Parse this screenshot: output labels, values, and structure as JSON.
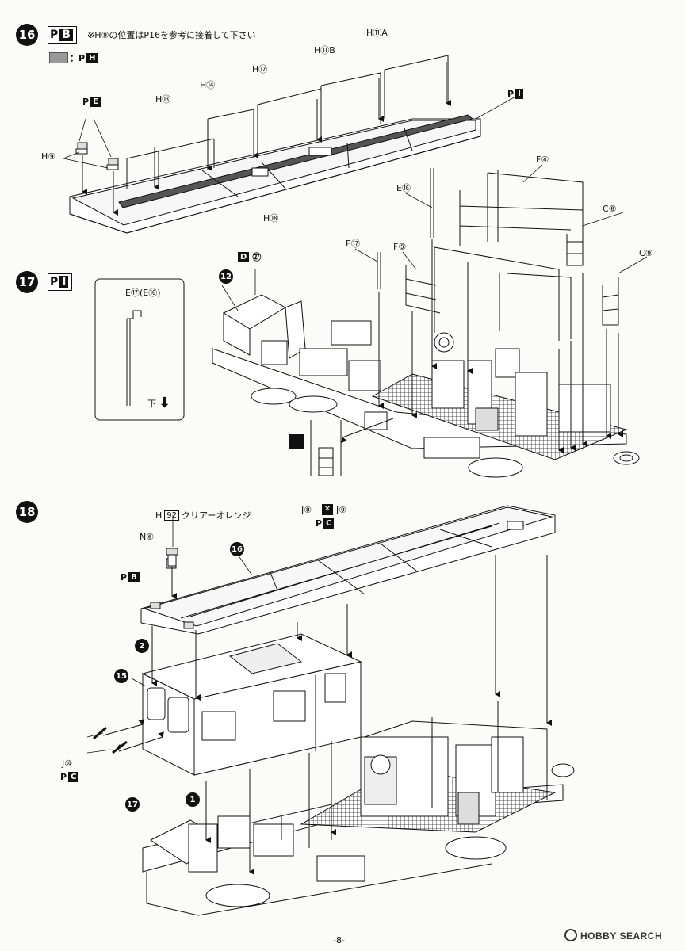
{
  "step16": {
    "number": "16",
    "badge": "B",
    "note": "※H⑨の位置はP16を参考に接着して下さい",
    "legend": "：",
    "legend_runner": "H",
    "labels": {
      "h11a": "H⑪A",
      "h11b": "H⑪B",
      "h12": "H⑫",
      "h14": "H⑭",
      "h13": "H⑬",
      "pe": "E",
      "pi": "I",
      "h9": "H⑨",
      "h18": "H⑱"
    }
  },
  "step17": {
    "number": "17",
    "badge": "I",
    "inset_label": "E⑰(E⑯)",
    "down_label": "下",
    "circled_ref": "12",
    "labels": {
      "d27_letter": "D",
      "d27_num": "㉗",
      "f4": "F④",
      "e16": "E⑯",
      "c8": "C⑧",
      "e17": "E⑰",
      "f5": "F⑤",
      "c9": "C⑨",
      "j8": "J⑧",
      "j9": "J⑨",
      "pc": "C"
    }
  },
  "step18": {
    "number": "18",
    "labels": {
      "h92_code": "H",
      "h92_num": "92",
      "h92_text": "クリアーオレンジ",
      "n6": "N⑥",
      "pb": "B",
      "ref16": "16",
      "ref2": "2",
      "ref15": "15",
      "j10": "J⑩",
      "pc": "C",
      "ref1": "1",
      "ref17": "17"
    }
  },
  "footer": {
    "page_number": "-8-",
    "watermark": "HOBBY SEARCH"
  }
}
